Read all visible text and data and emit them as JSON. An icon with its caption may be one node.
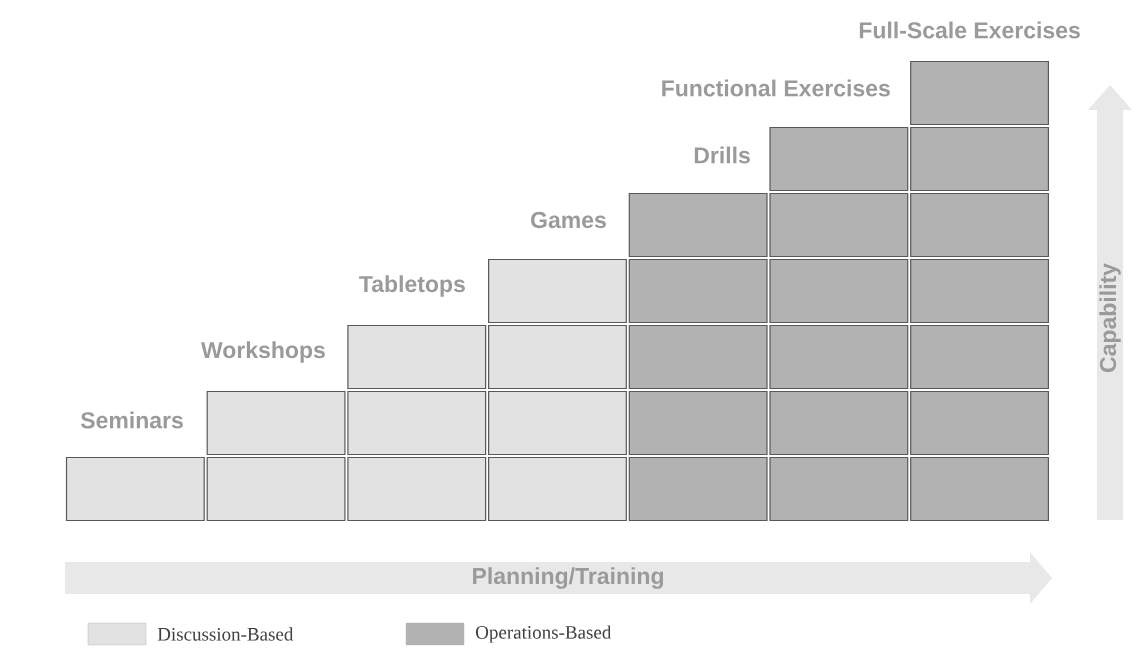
{
  "diagram": {
    "nodes": [
      {
        "text": [
          "Seminars"
        ]
      },
      {
        "text": [
          "Workshops"
        ]
      },
      {
        "text": [
          "Tabletops"
        ]
      },
      {
        "text": [
          "Games"
        ]
      },
      {
        "text": [
          "Drills"
        ]
      },
      {
        "text": [
          "Functional Exercises"
        ]
      },
      {
        "text": [
          "Full-Scale Exercises"
        ]
      }
    ],
    "edges": [],
    "labels": [
      "Planning/Training",
      "Capability"
    ],
    "legend": [
      {
        "text": "Discussion-Based",
        "color": "#e2e2e2"
      },
      {
        "text": "Operations-Based",
        "color": "#b2b2b2"
      }
    ]
  }
}
